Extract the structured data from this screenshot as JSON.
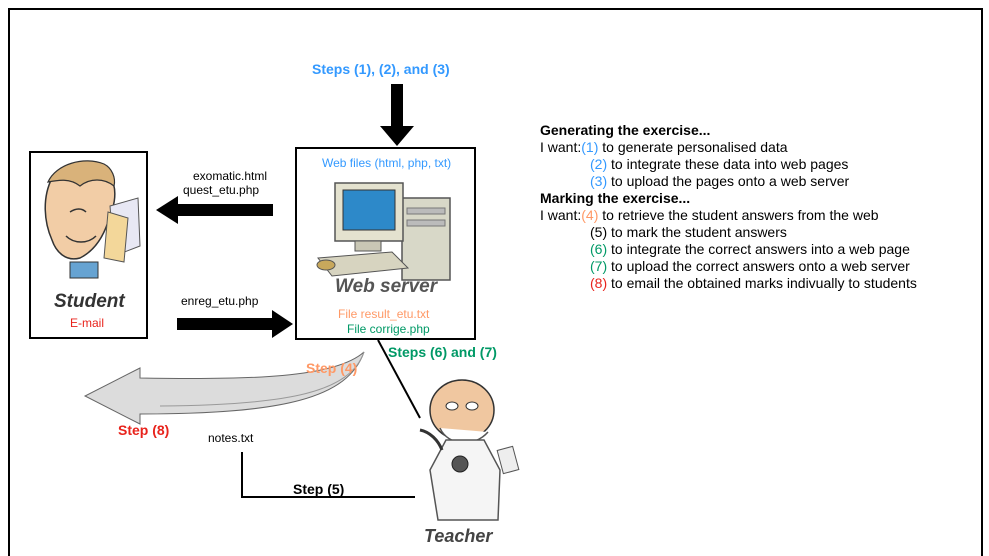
{
  "diagram": {
    "steps_123": "Steps (1), (2), and (3)",
    "web_files": "Web files (html, php, txt)",
    "web_server": "Web server",
    "file_result": "File result_etu.txt",
    "file_corrige": "File corrige.php",
    "steps_67": "Steps (6) and (7)",
    "step4": "Step (4)",
    "step5": "Step (5)",
    "step8": "Step (8)",
    "notes_file": "notes.txt",
    "exomatic_file": "exomatic.html",
    "quest_file": "quest_etu.php",
    "enreg_file": "enreg_etu.php",
    "student": "Student",
    "email": "E-mail",
    "teacher": "Teacher"
  },
  "panel": {
    "gen_heading": "Generating the exercise...",
    "gen_prefix": "I want:",
    "gen_items": [
      {
        "num": "(1)",
        "text": " to generate personalised data"
      },
      {
        "num": "(2)",
        "text": " to integrate these data into web pages"
      },
      {
        "num": "(3)",
        "text": " to upload the pages onto a web server"
      }
    ],
    "mark_heading": "Marking the exercise...",
    "mark_prefix": "I want:",
    "mark_items": [
      {
        "num": "(4)",
        "text": " to retrieve the student answers from the web"
      },
      {
        "num": "(5)",
        "text": " to mark the student answers"
      },
      {
        "num": "(6)",
        "text": " to integrate the correct answers into a web page"
      },
      {
        "num": "(7)",
        "text": " to upload the correct answers onto a web server"
      },
      {
        "num": "(8)",
        "text": " to email the obtained marks indivually to students"
      }
    ]
  },
  "colors": {
    "blue": "#3399ff",
    "orange": "#ff9966",
    "green": "#009966",
    "red": "#e8231c"
  }
}
